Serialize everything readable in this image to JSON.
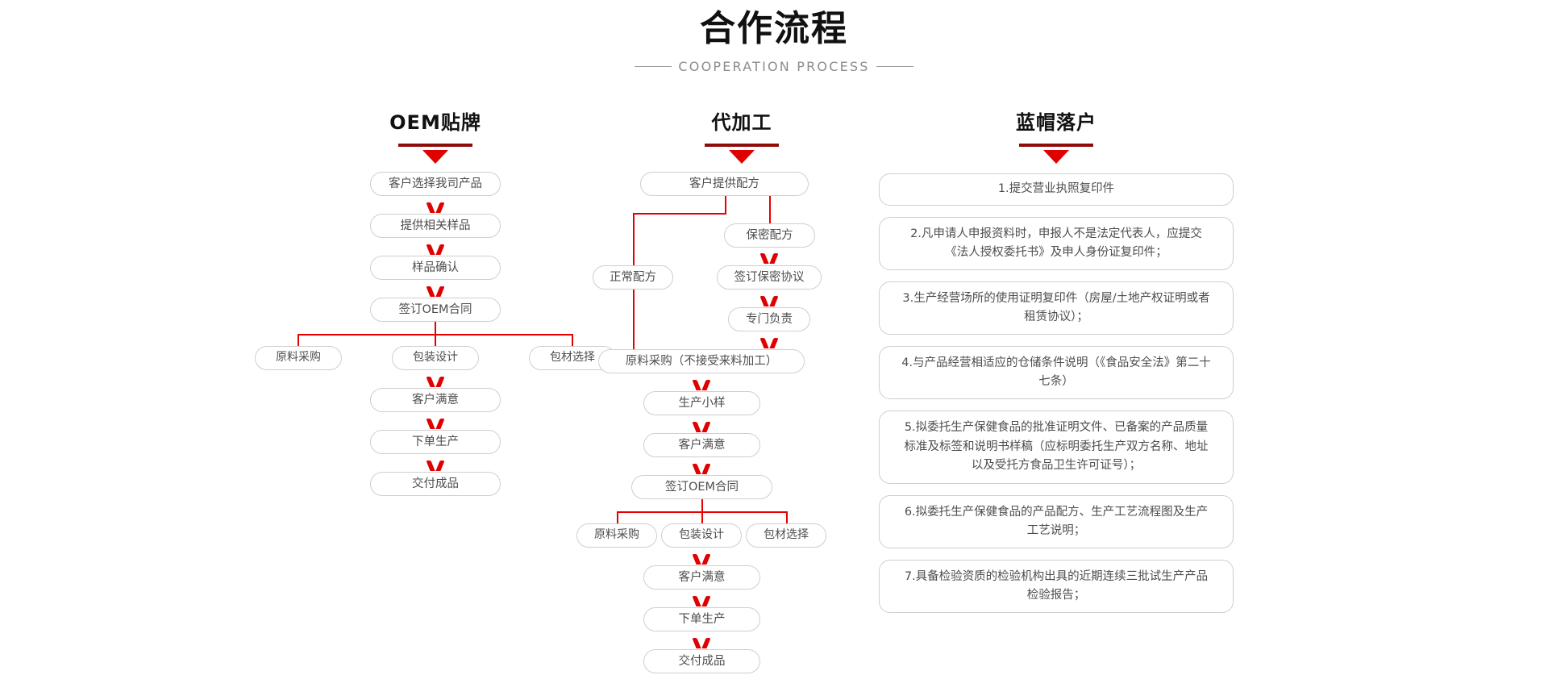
{
  "header": {
    "title": "合作流程",
    "subtitle": "COOPERATION PROCESS"
  },
  "theme": {
    "accent_red": "#e00000",
    "underline_red": "#8d0c09",
    "box_border": "#cfcfcf",
    "text": "#4d4d4d",
    "title_text": "#111111",
    "subtitle_text": "#8c8c8c",
    "background": "#ffffff"
  },
  "columns": [
    {
      "id": "oem",
      "title": "OEM贴牌",
      "steps_top": [
        "客户选择我司产品",
        "提供相关样品",
        "样品确认",
        "签订OEM合同"
      ],
      "branch": [
        "原料采购",
        "包装设计",
        "包材选择"
      ],
      "steps_bottom": [
        "客户满意",
        "下单生产",
        "交付成品"
      ]
    },
    {
      "id": "oem-processing",
      "title": "代加工",
      "start": "客户提供配方",
      "branch_right": [
        "保密配方",
        "签订保密协议",
        "专门负责"
      ],
      "branch_left": [
        "正常配方"
      ],
      "merge": "原料采购（不接受来料加工）",
      "steps_mid": [
        "生产小样",
        "客户满意",
        "签订OEM合同"
      ],
      "branch": [
        "原料采购",
        "包装设计",
        "包材选择"
      ],
      "steps_bottom": [
        "客户满意",
        "下单生产",
        "交付成品"
      ]
    },
    {
      "id": "blue-hat",
      "title": "蓝帽落户",
      "items": [
        "1.提交营业执照复印件",
        "2.凡申请人申报资料时，申报人不是法定代表人，应提交《法人授权委托书》及申人身份证复印件；",
        "3.生产经营场所的使用证明复印件（房屋/土地产权证明或者租赁协议）；",
        "4.与产品经营相适应的仓储条件说明（《食品安全法》第二十七条）",
        "5.拟委托生产保健食品的批准证明文件、已备案的产品质量标准及标签和说明书样稿（应标明委托生产双方名称、地址以及受托方食品卫生许可证号）；",
        "6.拟委托生产保健食品的产品配方、生产工艺流程图及生产工艺说明；",
        "7.具备检验资质的检验机构出具的近期连续三批试生产产品检验报告；"
      ]
    }
  ]
}
